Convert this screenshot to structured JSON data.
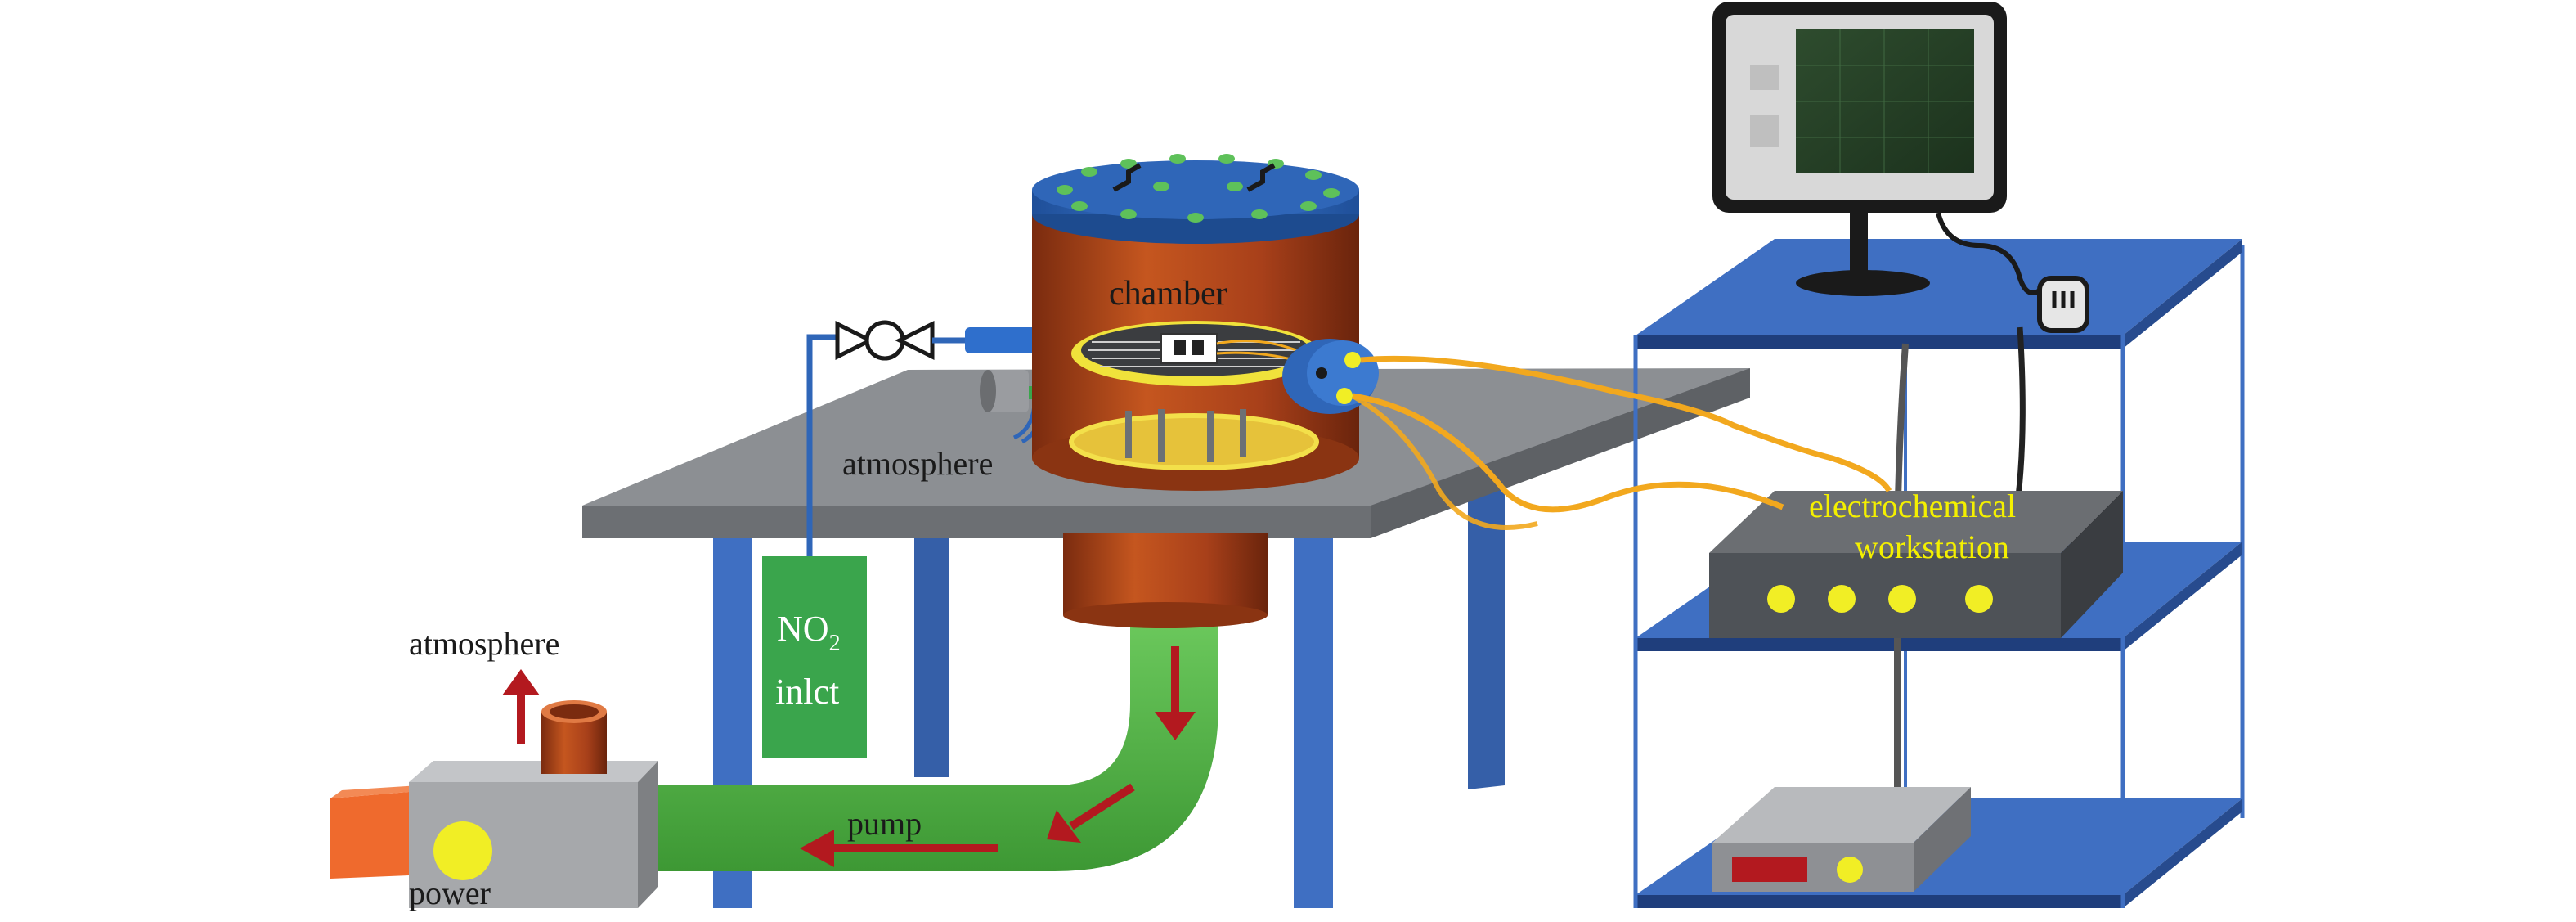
{
  "labels": {
    "chamber": "chamber",
    "atmosphere_top": "atmosphere",
    "atmosphere_left": "atmosphere",
    "no2_main": "NO",
    "no2_sub": "2",
    "no2_line2": "inlct",
    "pump": "pump",
    "power": "power",
    "workstation_line1": "electrochemical",
    "workstation_line2": "workstation"
  },
  "colors": {
    "table_top": "#8c8f93",
    "table_leg": "#3f6fc2",
    "chamber_body": "#b4471b",
    "chamber_lid": "#2f66b8",
    "bolt": "#5ec15a",
    "pipe_green": "#4fb043",
    "arrow_red": "#b3191f",
    "cable_orange": "#f2a81e",
    "shelf_blue": "#3f6fc2",
    "workstation_body": "#4e5257",
    "knob_yellow": "#f1ee25",
    "monitor_screen": "#2b4a2c",
    "no2_box": "#3aa54c",
    "pump_box": "#a6a8ab",
    "power_plug": "#ef6a2d",
    "label_yellow": "#f4f000"
  }
}
